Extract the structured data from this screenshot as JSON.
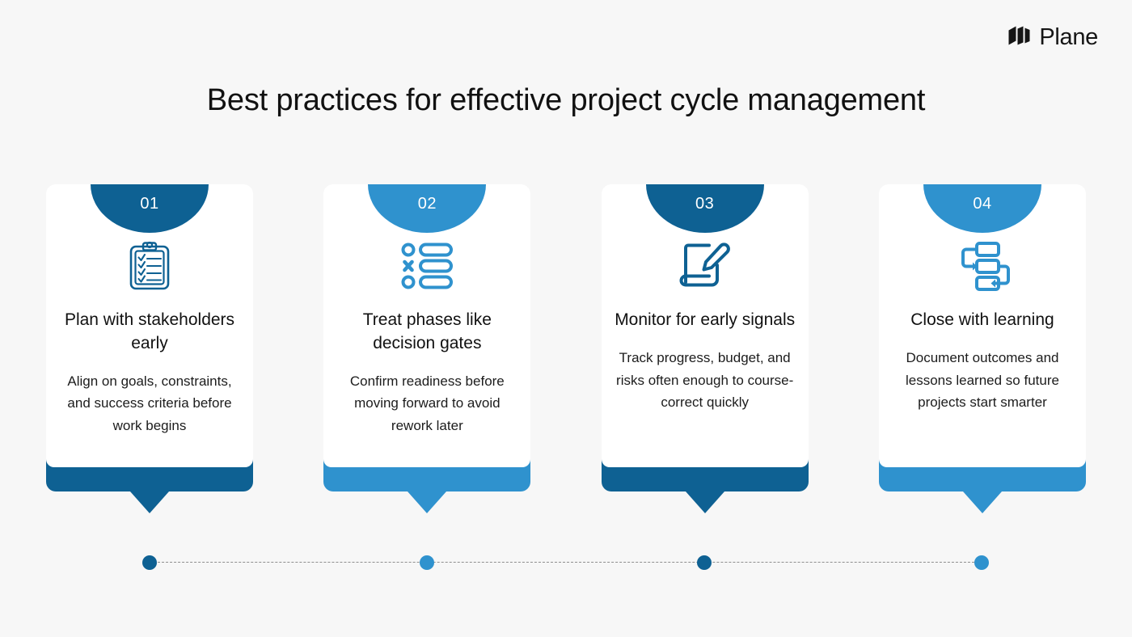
{
  "brand": {
    "name": "Plane",
    "logo_icon": "plane-logo-icon"
  },
  "header": {
    "title": "Best practices for effective project cycle management"
  },
  "colors": {
    "background": "#f7f7f7",
    "card": "#ffffff",
    "dark_blue": "#0e6193",
    "light_blue": "#2f92ce",
    "text": "#111111",
    "timeline_line": "#8e8e8e"
  },
  "cards": [
    {
      "number": "01",
      "icon": "clipboard-checklist-icon",
      "heading": "Plan with stakeholders early",
      "body": "Align on goals, constraints, and success criteria before work begins",
      "color": "#0e6193"
    },
    {
      "number": "02",
      "icon": "decision-list-icon",
      "heading": "Treat phases like decision gates",
      "body": "Confirm readiness before moving forward to avoid rework later",
      "color": "#2f92ce"
    },
    {
      "number": "03",
      "icon": "document-pencil-icon",
      "heading": "Monitor for early signals",
      "body": "Track progress, budget, and risks often enough to course-correct quickly",
      "color": "#0e6193"
    },
    {
      "number": "04",
      "icon": "flowchart-icon",
      "heading": "Close with learning",
      "body": "Document outcomes and lessons learned so future projects start smarter",
      "color": "#2f92ce"
    }
  ],
  "timeline": {
    "dots": [
      {
        "color": "#0e6193"
      },
      {
        "color": "#2f92ce"
      },
      {
        "color": "#0e6193"
      },
      {
        "color": "#2f92ce"
      }
    ]
  }
}
